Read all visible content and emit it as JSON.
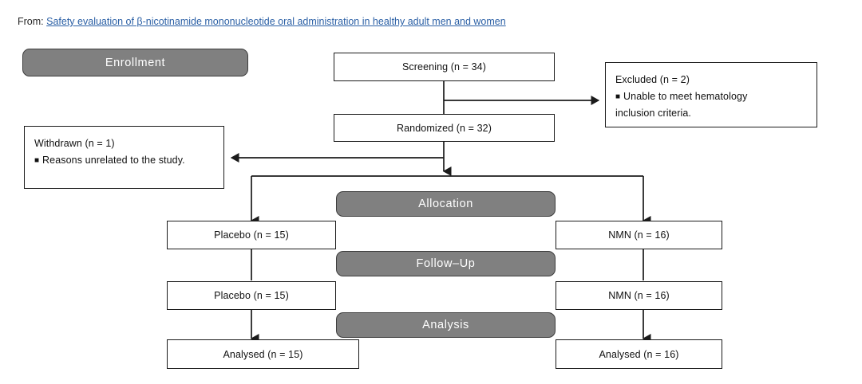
{
  "source": {
    "prefix": "From:",
    "link_text": "Safety evaluation of β-nicotinamide mononucleotide oral administration in healthy adult men and women",
    "link_color": "#2a5fa5"
  },
  "colors": {
    "stage_fill": "#808080",
    "stage_border": "#3d3d3d",
    "stage_text": "#ffffff",
    "box_border": "#1b1b1b",
    "box_fill": "#ffffff",
    "connector": "#1b1b1b"
  },
  "chart_data": {
    "type": "diagram",
    "title": "CONSORT participant flow diagram",
    "stages": [
      "Enrollment",
      "Allocation",
      "Follow-Up",
      "Analysis"
    ],
    "nodes": [
      {
        "id": "screening",
        "label": "Screening (n = 34)",
        "n": 34
      },
      {
        "id": "excluded",
        "label": "Excluded  (n = 2)",
        "n": 2,
        "bullets": [
          "Unable to meet hematology inclusion criteria."
        ]
      },
      {
        "id": "randomized",
        "label": "Randomized (n = 32)",
        "n": 32
      },
      {
        "id": "withdrawn",
        "label": "Withdrawn (n = 1)",
        "n": 1,
        "bullets": [
          "Reasons unrelated to the study."
        ]
      },
      {
        "id": "alloc_placebo",
        "label": "Placebo (n = 15)",
        "n": 15
      },
      {
        "id": "alloc_nmn",
        "label": "NMN (n = 16)",
        "n": 16
      },
      {
        "id": "follow_placebo",
        "label": "Placebo (n = 15)",
        "n": 15
      },
      {
        "id": "follow_nmn",
        "label": "NMN (n = 16)",
        "n": 16
      },
      {
        "id": "analysed_placebo",
        "label": "Analysed (n = 15)",
        "n": 15
      },
      {
        "id": "analysed_nmn",
        "label": "Analysed (n = 16)",
        "n": 16
      }
    ],
    "edges": [
      {
        "from": "screening",
        "to": "excluded",
        "style": "elbow-right"
      },
      {
        "from": "screening",
        "to": "randomized",
        "style": "straight-down"
      },
      {
        "from": "randomized",
        "to": "withdrawn",
        "style": "elbow-left"
      },
      {
        "from": "randomized",
        "to": "alloc_placebo",
        "style": "split-left"
      },
      {
        "from": "randomized",
        "to": "alloc_nmn",
        "style": "split-right"
      },
      {
        "from": "alloc_placebo",
        "to": "follow_placebo",
        "style": "straight-down"
      },
      {
        "from": "alloc_nmn",
        "to": "follow_nmn",
        "style": "straight-down"
      },
      {
        "from": "follow_placebo",
        "to": "analysed_placebo",
        "style": "straight-down"
      },
      {
        "from": "follow_nmn",
        "to": "analysed_nmn",
        "style": "straight-down"
      }
    ]
  },
  "stages": {
    "enrollment": "Enrollment",
    "allocation": "Allocation",
    "followup": "Follow–Up",
    "analysis": "Analysis"
  },
  "boxes": {
    "screening": "Screening (n = 34)",
    "randomized": "Randomized (n = 32)",
    "excluded_title": "Excluded  (n = 2)",
    "excluded_bullet_1": "Unable to meet hematology",
    "excluded_bullet_2": "inclusion criteria.",
    "withdrawn_title": "Withdrawn (n = 1)",
    "withdrawn_bullet_1": "Reasons unrelated to the study.",
    "alloc_placebo": "Placebo (n = 15)",
    "alloc_nmn": "NMN (n = 16)",
    "follow_placebo": "Placebo (n = 15)",
    "follow_nmn": "NMN (n = 16)",
    "analysed_placebo": "Analysed (n = 15)",
    "analysed_nmn": "Analysed (n = 16)",
    "bullet_glyph": "■"
  }
}
